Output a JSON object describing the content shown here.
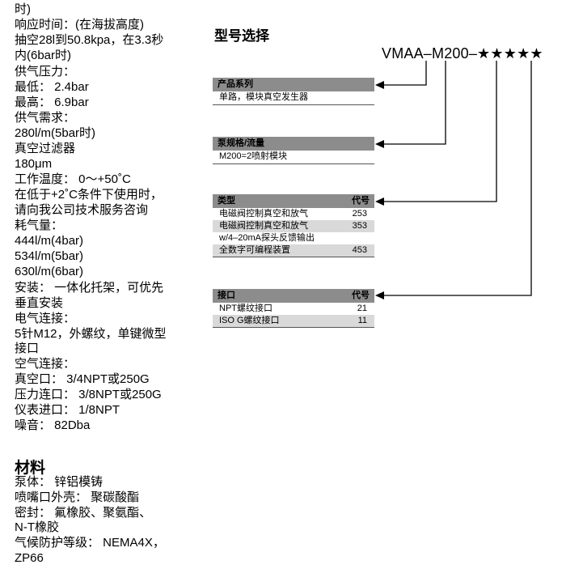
{
  "specs": {
    "lines": [
      "时)",
      "响应时间：(在海拔高度)",
      "抽空28l到50.8kpa，在3.3秒",
      "内(6bar时)",
      "供气压力：",
      "最低：  2.4bar",
      "最高：  6.9bar",
      "供气需求：",
      "280l/m(5bar时)",
      "真空过滤器",
      "180μm",
      "工作温度：  0～+50˚C",
      "在低于+2˚C条件下使用时，",
      "请向我公司技术服务咨询",
      "耗气量：",
      "444l/m(4bar)",
      "534l/m(5bar)",
      "630l/m(6bar)",
      "安装：  一体化托架，可优先",
      "垂直安装",
      "电气连接：",
      "5针M12，外螺纹，单键微型",
      "接口",
      "空气连接：",
      "真空口：  3/4NPT或250G",
      "压力连口：  3/8NPT或250G",
      "仪表进口：  1/8NPT",
      "噪音：  82Dba"
    ]
  },
  "materials": {
    "title": "材料",
    "lines": [
      "泵体：  锌铝模铸",
      "喷嘴口外壳：  聚碳酸酯",
      "密封：  氟橡胶、聚氨酯、",
      "N-T橡胶",
      "气候防护等级：  NEMA4X，",
      "ZP66"
    ]
  },
  "selection": {
    "title": "型号选择",
    "model_code": "VMAA–M200–★★★★★",
    "product_series": {
      "header": "产品系列",
      "rows": [
        "单路，模块真空发生器"
      ]
    },
    "pump_spec": {
      "header": "泵规格/流量",
      "rows": [
        "M200=2喷射模块"
      ]
    },
    "type": {
      "header": "类型",
      "code_header": "代号",
      "rows": [
        {
          "label": "电磁阀控制真空和放气",
          "code": "253"
        },
        {
          "label": "电磁阀控制真空和放气",
          "code": "353"
        },
        {
          "label": "w/4–20mA探头反馈输出",
          "code": ""
        },
        {
          "label": "全数字可编程装置",
          "code": "453"
        }
      ]
    },
    "port": {
      "header": "接口",
      "code_header": "代号",
      "rows": [
        {
          "label": "NPT螺纹接口",
          "code": "21"
        },
        {
          "label": "ISO G螺纹接口",
          "code": "11"
        }
      ]
    }
  }
}
